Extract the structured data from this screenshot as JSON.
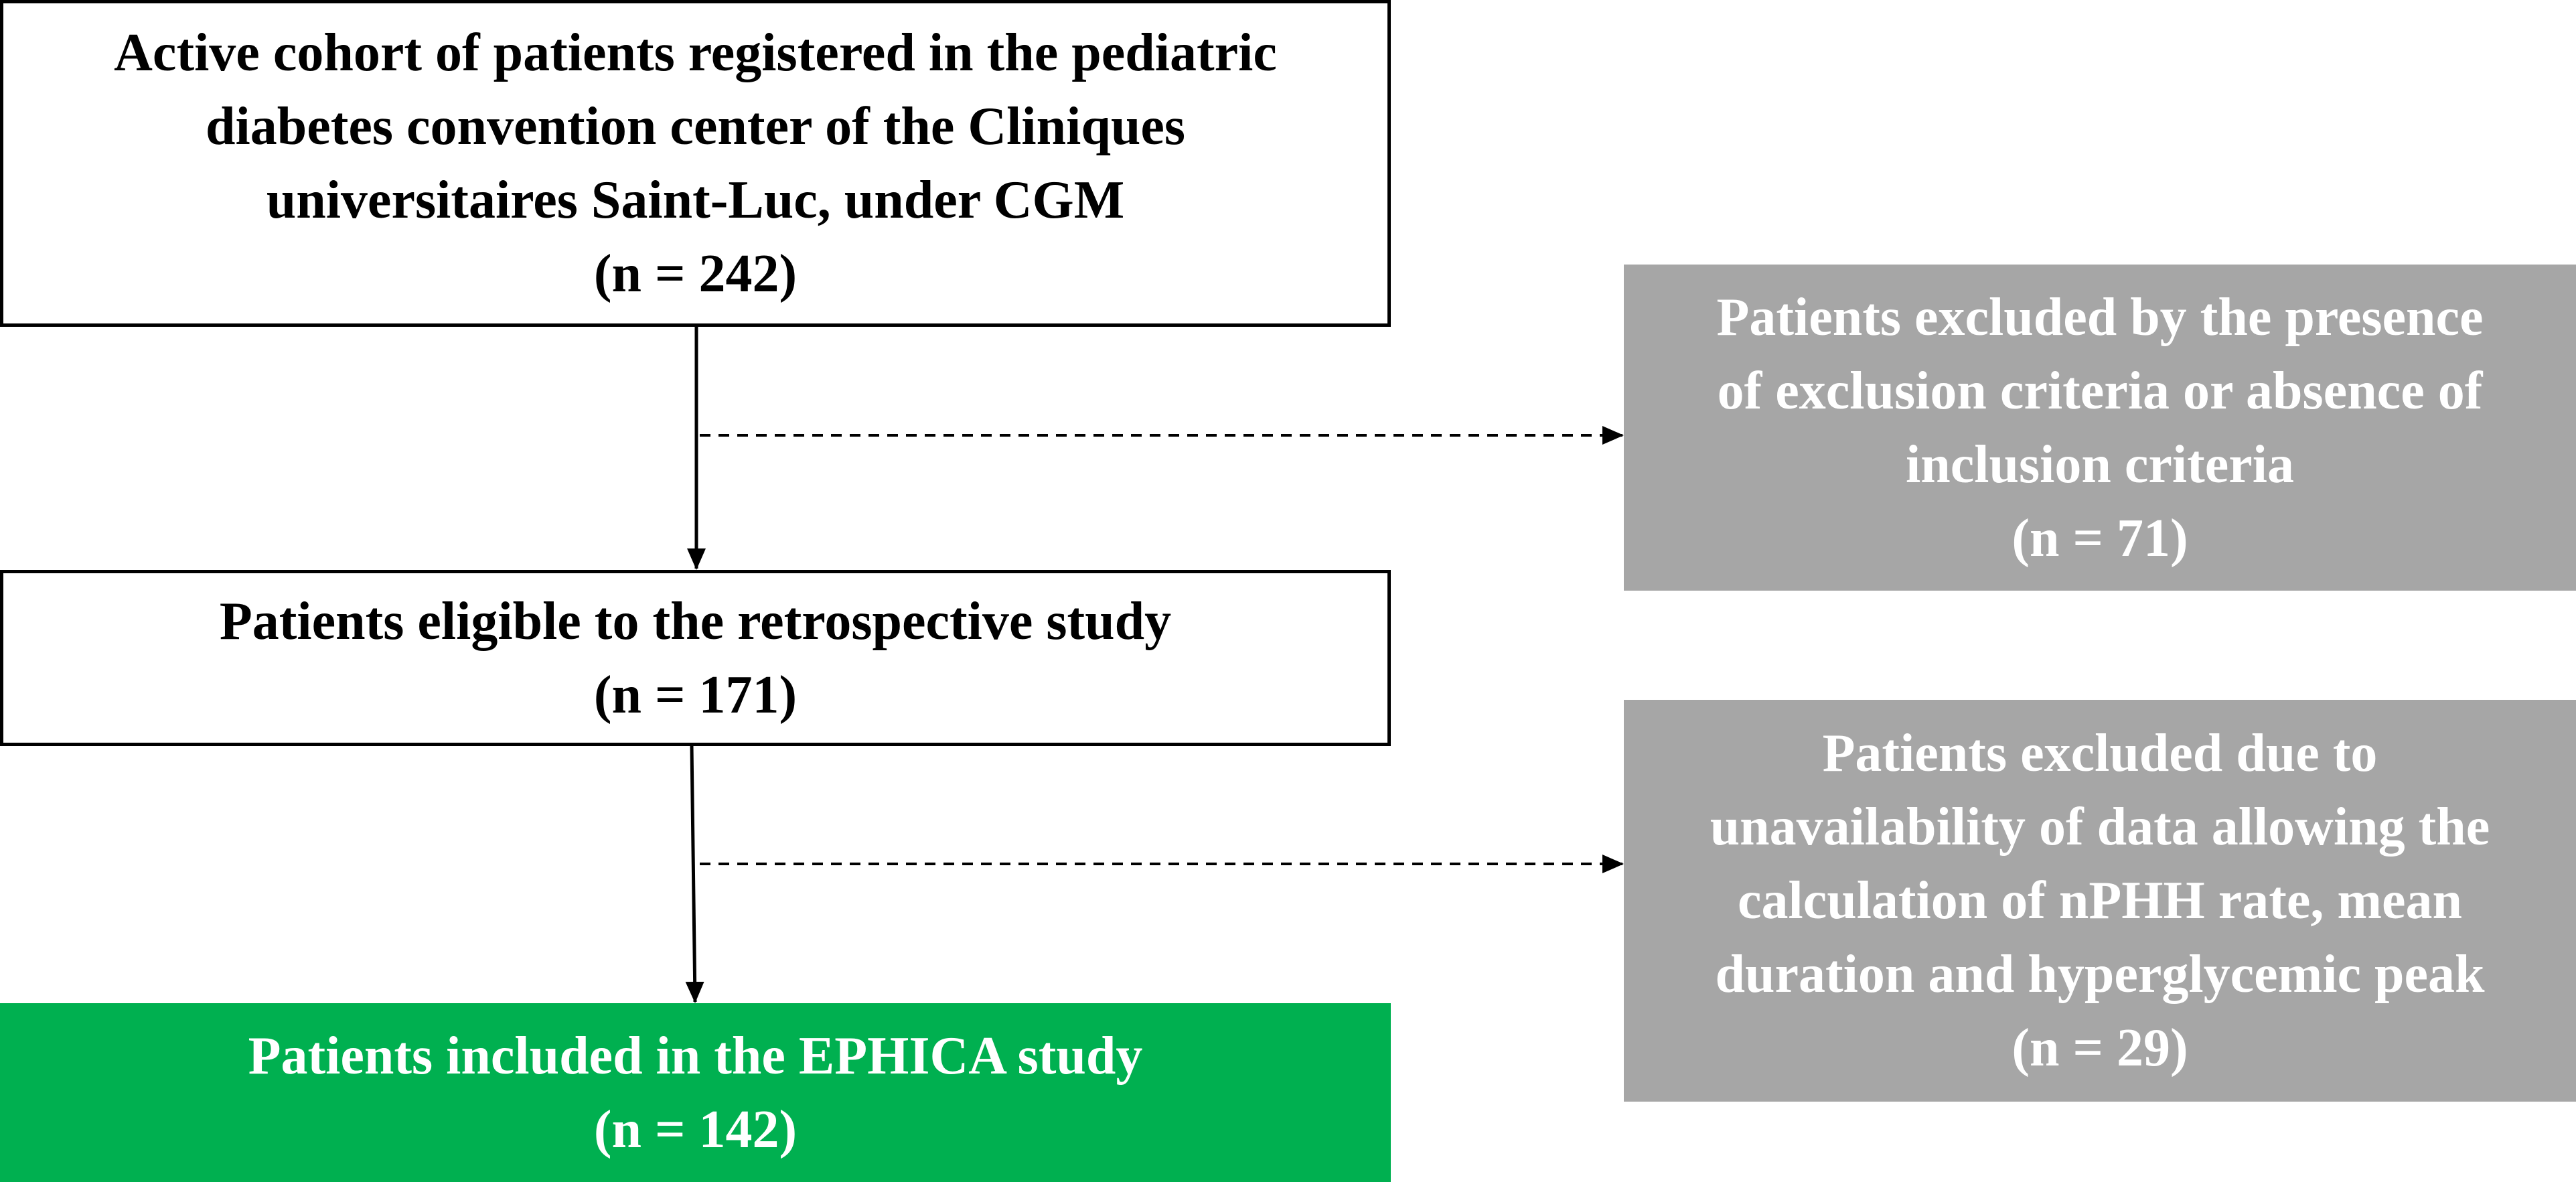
{
  "colors": {
    "outline_border": "#000000",
    "excluded_fill": "#a6a6a6",
    "included_fill": "#00b050",
    "text_dark": "#000000",
    "text_light": "#ffffff"
  },
  "boxes": {
    "cohort": {
      "lines": [
        "Active cohort of patients registered in the pediatric",
        "diabetes convention center of the Cliniques",
        "universitaires Saint-Luc, under CGM",
        "(n = 242)"
      ]
    },
    "eligible": {
      "lines": [
        "Patients eligible to the retrospective study",
        "(n = 171)"
      ]
    },
    "included": {
      "lines": [
        "Patients included in the EPHICA study",
        "(n = 142)"
      ]
    },
    "excluded_criteria": {
      "lines": [
        "Patients excluded by the presence",
        "of exclusion criteria or absence of",
        "inclusion criteria",
        "(n = 71)"
      ]
    },
    "excluded_data": {
      "lines": [
        "Patients excluded due to",
        "unavailability of data allowing the",
        "calculation of nPHH rate, mean",
        "duration and  hyperglycemic peak",
        "(n = 29)"
      ]
    }
  }
}
